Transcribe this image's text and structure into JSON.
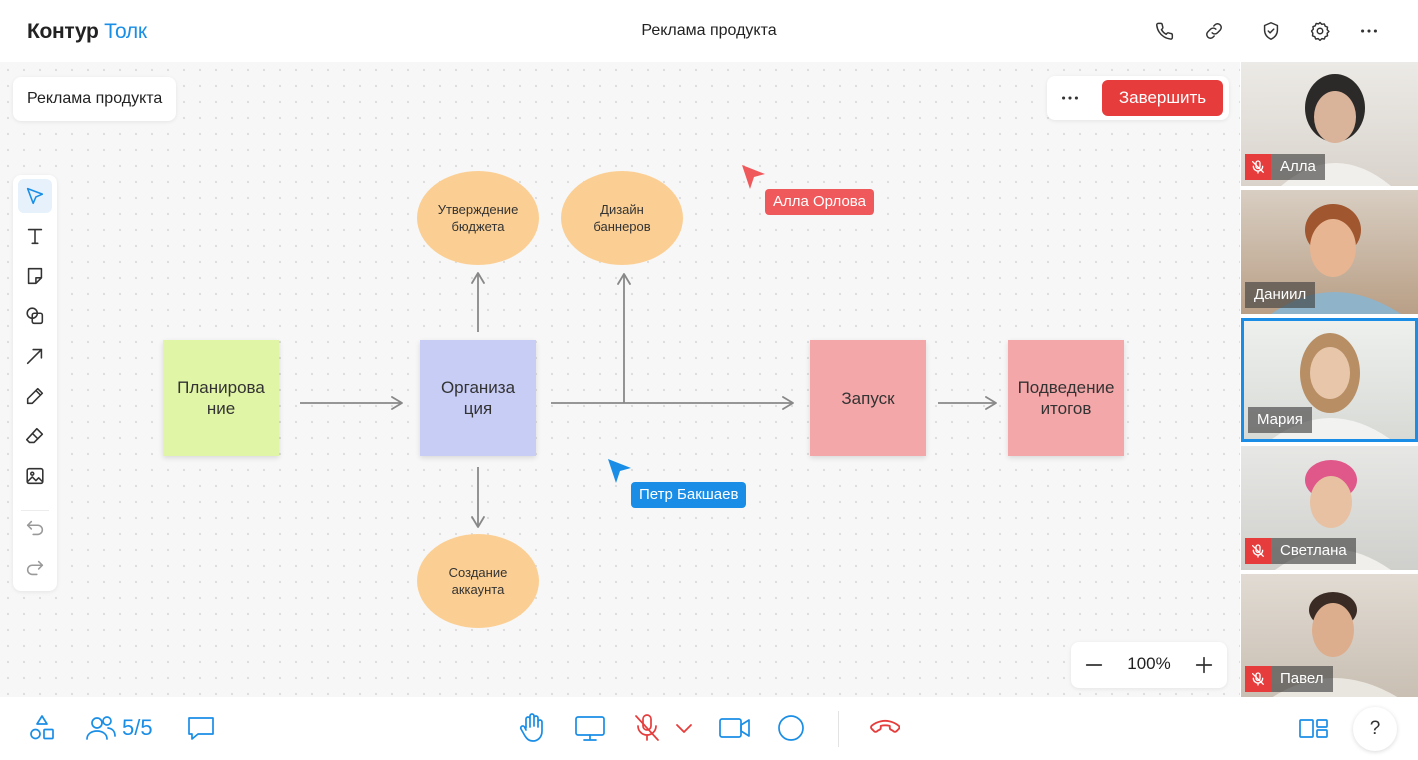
{
  "app": {
    "brand_part1": "Контур",
    "brand_part2": "Толк"
  },
  "header": {
    "call_title": "Реклама продукта",
    "icons": [
      "phone-icon",
      "link-icon",
      "shield-check-icon",
      "gear-icon",
      "more-icon"
    ]
  },
  "board": {
    "title": "Реклама продукта",
    "end_button_label": "Завершить",
    "tools": [
      "pointer-icon",
      "text-icon",
      "sticky-note-icon",
      "shapes-icon",
      "arrow-icon",
      "pencil-icon",
      "eraser-icon",
      "image-icon",
      "undo-icon",
      "redo-icon"
    ],
    "zoom_level": "100%"
  },
  "diagram": {
    "stickies": [
      {
        "label": "Планирова\nние",
        "color": "#e0f5a6"
      },
      {
        "label": "Организа\nция",
        "color": "#c8cdf6"
      },
      {
        "label": "Запуск",
        "color": "#f4a7a9"
      },
      {
        "label": "Подведение\nитогов",
        "color": "#f4a7a9"
      }
    ],
    "ellipses": [
      {
        "label": "Утверждение\nбюджета"
      },
      {
        "label": "Дизайн\nбаннеров"
      },
      {
        "label": "Создание\nаккаунта"
      }
    ],
    "cursors": [
      {
        "name": "Алла Орлова",
        "color": "#f0595b"
      },
      {
        "name": "Петр Бакшаев",
        "color": "#1a8ee6"
      }
    ]
  },
  "participants": [
    {
      "name": "Алла",
      "muted": true,
      "active": false
    },
    {
      "name": "Даниил",
      "muted": false,
      "active": false
    },
    {
      "name": "Мария",
      "muted": false,
      "active": true
    },
    {
      "name": "Светлана",
      "muted": true,
      "active": false
    },
    {
      "name": "Павел",
      "muted": true,
      "active": false
    }
  ],
  "bottombar": {
    "participant_count": "5/5",
    "help_label": "?",
    "icons": [
      "apps-icon",
      "participants-icon",
      "chat-icon",
      "raise-hand-icon",
      "screen-share-icon",
      "mic-off-icon",
      "chevron-down-icon",
      "camera-icon",
      "record-icon",
      "hang-up-icon",
      "layout-icon"
    ]
  },
  "colors": {
    "accent": "#1a8ee6",
    "danger": "#e63c3c",
    "node": "#fbcf94"
  }
}
